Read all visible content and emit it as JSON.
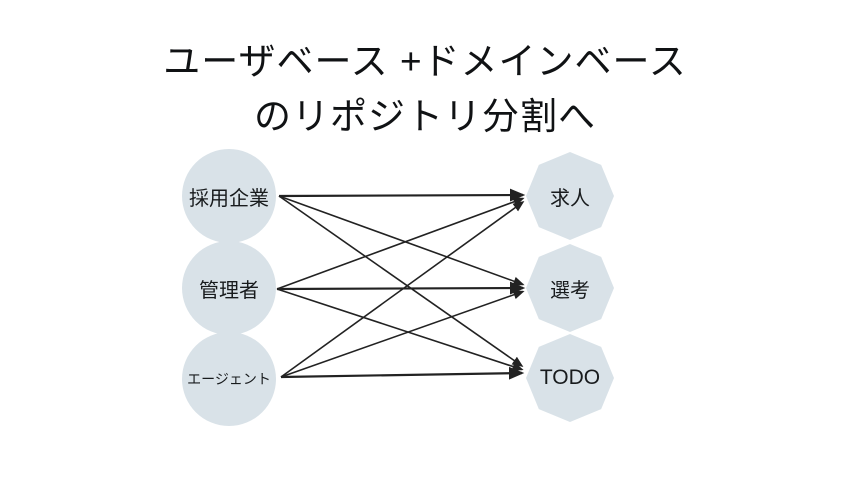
{
  "title": {
    "line1": "ユーザベース +ドメインベース",
    "line2": "のリポジトリ分割へ"
  },
  "nodes": {
    "left": [
      {
        "id": "hiring-company",
        "label": "採用企業"
      },
      {
        "id": "admin",
        "label": "管理者"
      },
      {
        "id": "agent",
        "label": "エージェント"
      }
    ],
    "right": [
      {
        "id": "job",
        "label": "求人"
      },
      {
        "id": "screening",
        "label": "選考"
      },
      {
        "id": "todo",
        "label": "TODO"
      }
    ]
  },
  "edges": [
    {
      "from": "hiring-company",
      "to": "job"
    },
    {
      "from": "hiring-company",
      "to": "screening"
    },
    {
      "from": "hiring-company",
      "to": "todo"
    },
    {
      "from": "admin",
      "to": "job"
    },
    {
      "from": "admin",
      "to": "screening"
    },
    {
      "from": "admin",
      "to": "todo"
    },
    {
      "from": "agent",
      "to": "job"
    },
    {
      "from": "agent",
      "to": "screening"
    },
    {
      "from": "agent",
      "to": "todo"
    }
  ],
  "colors": {
    "background": "#ffffff",
    "node_fill": "#d9e2e8",
    "arrow": "#222222",
    "text": "#101214"
  }
}
